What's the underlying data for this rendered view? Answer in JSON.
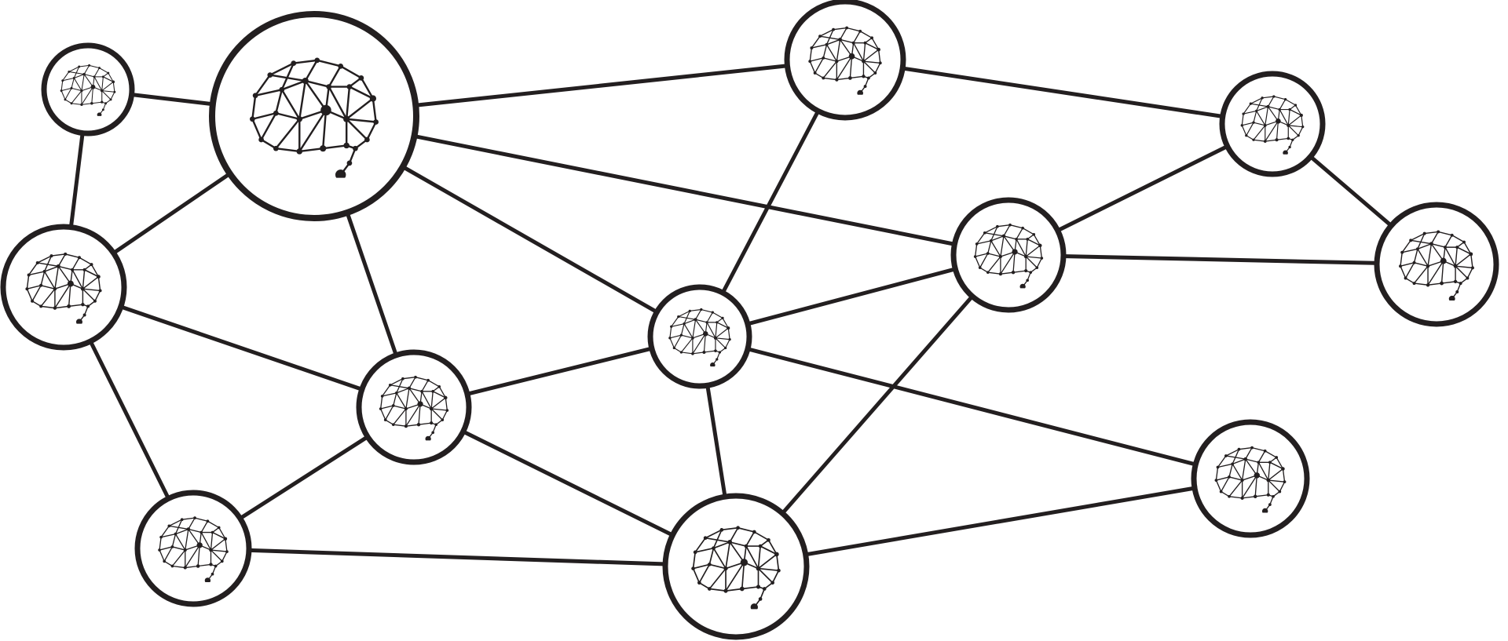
{
  "diagram": {
    "type": "network",
    "node_icon": "brain-network-icon",
    "colors": {
      "stroke": "#231f20",
      "background": "#ffffff"
    },
    "nodes": [
      {
        "id": "n1"
      },
      {
        "id": "n2"
      },
      {
        "id": "n3"
      },
      {
        "id": "n4"
      },
      {
        "id": "n5"
      },
      {
        "id": "n6"
      },
      {
        "id": "n7"
      },
      {
        "id": "n8"
      },
      {
        "id": "n9"
      },
      {
        "id": "n10"
      },
      {
        "id": "n11"
      },
      {
        "id": "n12"
      },
      {
        "id": "n13"
      }
    ],
    "edges": [
      [
        "n1",
        "n2"
      ],
      [
        "n1",
        "n4"
      ],
      [
        "n2",
        "n3"
      ],
      [
        "n2",
        "n4"
      ],
      [
        "n2",
        "n8"
      ],
      [
        "n2",
        "n9"
      ],
      [
        "n2",
        "n7"
      ],
      [
        "n3",
        "n5"
      ],
      [
        "n3",
        "n8"
      ],
      [
        "n5",
        "n7"
      ],
      [
        "n5",
        "n6"
      ],
      [
        "n4",
        "n9"
      ],
      [
        "n4",
        "n10"
      ],
      [
        "n8",
        "n9"
      ],
      [
        "n8",
        "n7"
      ],
      [
        "n8",
        "n11"
      ],
      [
        "n8",
        "n12"
      ],
      [
        "n7",
        "n6"
      ],
      [
        "n7",
        "n11"
      ],
      [
        "n6",
        "n13"
      ],
      [
        "n9",
        "n10"
      ],
      [
        "n9",
        "n11"
      ],
      [
        "n10",
        "n11"
      ],
      [
        "n11",
        "n12"
      ],
      [
        "n12",
        "n13"
      ]
    ]
  }
}
